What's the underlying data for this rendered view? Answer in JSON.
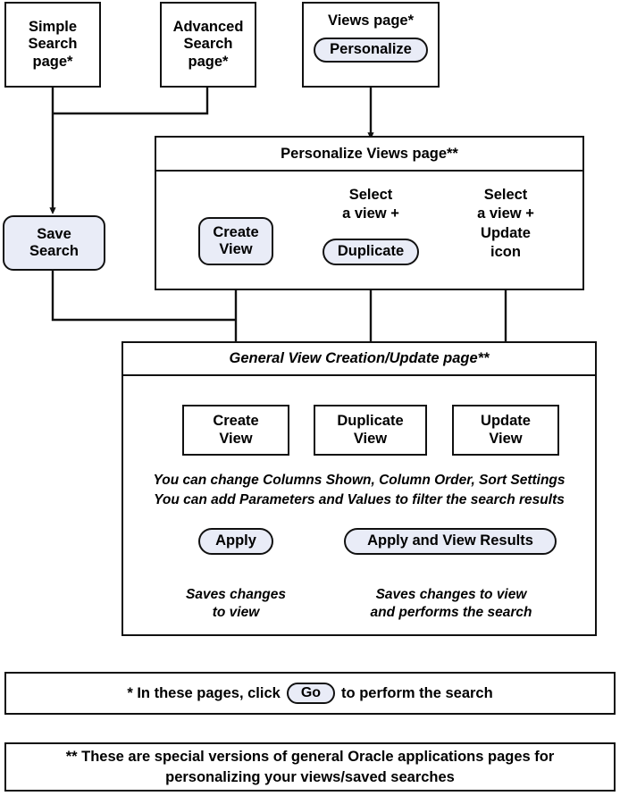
{
  "diagram": {
    "title": "Oracle Applications search and views personalization flow",
    "accent_fill": "#e9ecf7",
    "line_color": "#111111",
    "top_nodes": [
      {
        "id": "simple-search-page",
        "label": "Simple\nSearch\npage*"
      },
      {
        "id": "advanced-search-page",
        "label": "Advanced\nSearch\npage*"
      },
      {
        "id": "views-page",
        "label": "Views page*"
      }
    ],
    "views_page_button": "Personalize",
    "save_search": "Save\nSearch",
    "personalize_panel": {
      "title": "Personalize Views page**",
      "create_view_button": "Create\nView",
      "duplicate_caption": "Select\na view +",
      "duplicate_button": "Duplicate",
      "update_caption": "Select\na view +\nUpdate\nicon"
    },
    "general_panel": {
      "title": "General View Creation/Update page**",
      "boxes": [
        {
          "id": "create-view-box",
          "label": "Create\nView"
        },
        {
          "id": "duplicate-view-box",
          "label": "Duplicate\nView"
        },
        {
          "id": "update-view-box",
          "label": "Update\nView"
        }
      ],
      "notes": [
        "You can change Columns Shown, Column Order, Sort Settings",
        "You can add Parameters and Values to filter the search results"
      ],
      "apply_button": "Apply",
      "apply_and_view_button": "Apply and View Results",
      "apply_result": "Saves changes\nto view",
      "apply_and_view_result": "Saves changes to view\nand performs the search"
    },
    "legend": {
      "footnote_one_prefix": "* In these pages, click",
      "footnote_one_button": "Go",
      "footnote_one_suffix": "to perform the search",
      "footnote_two": "** These are special versions of general Oracle applications pages for\npersonalizing your views/saved searches"
    }
  }
}
